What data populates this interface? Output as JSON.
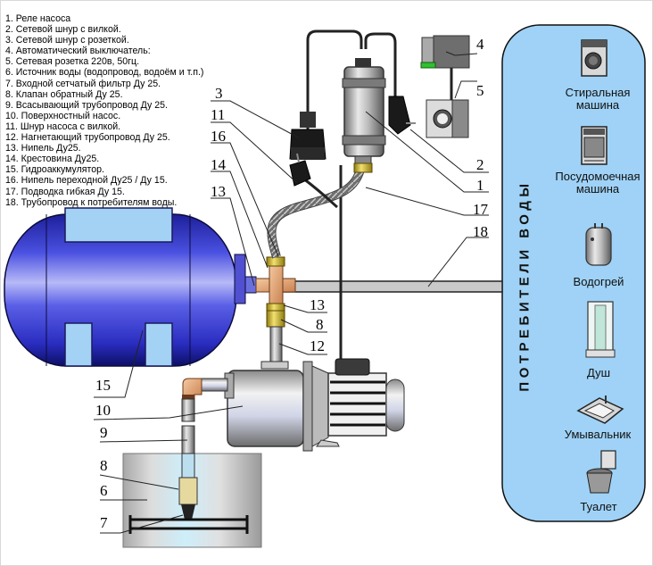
{
  "legend": [
    "1. Реле насоса",
    "2. Сетевой шнур с вилкой.",
    "3. Сетевой шнур с розеткой.",
    "4. Автоматический выключатель:",
    "5. Сетевая розетка 220в, 50гц.",
    "6. Источник воды (водопровод, водоём и т.п.)",
    "7. Входной сетчатый фильтр Ду 25.",
    "8. Клапан обратный Ду 25.",
    "9. Всасывающий трубопровод Ду 25.",
    "10. Поверхностный насос.",
    "11. Шнур насоса с вилкой.",
    "12. Нагнетающий трубопровод Ду 25.",
    "13. Нипель Ду25.",
    "14. Крестовина Ду25.",
    "15. Гидроаккумулятор.",
    "16. Нипель переходной Ду25 / Ду 15.",
    "17. Подводка гибкая Ду 15.",
    "18. Трубопровод к потребителям воды."
  ],
  "callouts": {
    "c1": "1",
    "c2": "2",
    "c3": "3",
    "c4": "4",
    "c5": "5",
    "c6": "6",
    "c7": "7",
    "c8a": "8",
    "c8b": "8",
    "c9": "9",
    "c10": "10",
    "c11": "11",
    "c12": "12",
    "c13a": "13",
    "c13b": "13",
    "c14": "14",
    "c15": "15",
    "c16": "16",
    "c17": "17",
    "c18": "18"
  },
  "consumers_panel": {
    "title": "ПОТРЕБИТЕЛИ ВОДЫ",
    "items": [
      {
        "label_line1": "Стиральная",
        "label_line2": "машина",
        "icon": "washing-machine-icon"
      },
      {
        "label_line1": "Посудомоечная",
        "label_line2": "машина",
        "icon": "dishwasher-icon"
      },
      {
        "label_line1": "Водогрей",
        "label_line2": "",
        "icon": "water-heater-icon"
      },
      {
        "label_line1": "Душ",
        "label_line2": "",
        "icon": "shower-icon"
      },
      {
        "label_line1": "Умывальник",
        "label_line2": "",
        "icon": "washbasin-icon"
      },
      {
        "label_line1": "Туалет",
        "label_line2": "",
        "icon": "toilet-icon"
      }
    ]
  },
  "colors": {
    "panel_fill": "#9fd2f6",
    "tank_blue": "#3a3fd0",
    "brass": "#e0c64a",
    "copper": "#e6a877"
  }
}
